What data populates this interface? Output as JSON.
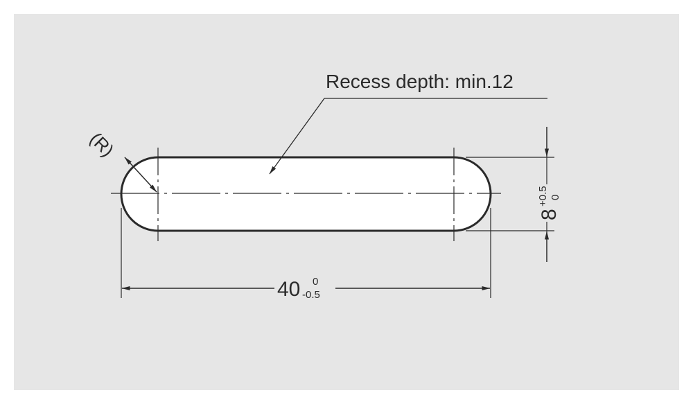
{
  "colors": {
    "panel": "#e6e6e6",
    "slot_fill": "#ffffff",
    "line": "#2a2a2a"
  },
  "annotation": {
    "recess_depth": "Recess depth: min.12"
  },
  "radius": {
    "label": "(R)"
  },
  "length": {
    "nominal": "40",
    "upper_tolerance": "0",
    "lower_tolerance": "-0.5"
  },
  "width": {
    "nominal": "8",
    "upper_tolerance": "+0.5",
    "lower_tolerance": "0"
  }
}
